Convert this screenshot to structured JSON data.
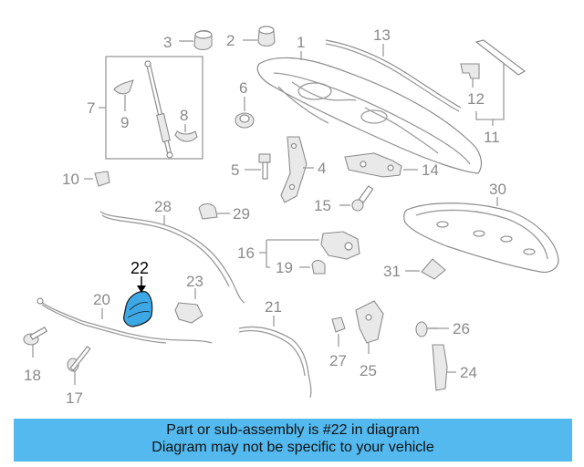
{
  "diagram": {
    "highlighted_part": "22",
    "highlight_color": "#3da8e6",
    "callouts": [
      {
        "id": "1",
        "label": "1"
      },
      {
        "id": "2",
        "label": "2"
      },
      {
        "id": "3",
        "label": "3"
      },
      {
        "id": "4",
        "label": "4"
      },
      {
        "id": "5",
        "label": "5"
      },
      {
        "id": "6",
        "label": "6"
      },
      {
        "id": "7",
        "label": "7"
      },
      {
        "id": "8",
        "label": "8"
      },
      {
        "id": "9",
        "label": "9"
      },
      {
        "id": "10",
        "label": "10"
      },
      {
        "id": "11",
        "label": "11"
      },
      {
        "id": "12",
        "label": "12"
      },
      {
        "id": "13",
        "label": "13"
      },
      {
        "id": "14",
        "label": "14"
      },
      {
        "id": "15",
        "label": "15"
      },
      {
        "id": "16",
        "label": "16"
      },
      {
        "id": "17",
        "label": "17"
      },
      {
        "id": "18",
        "label": "18"
      },
      {
        "id": "19",
        "label": "19"
      },
      {
        "id": "20",
        "label": "20"
      },
      {
        "id": "21",
        "label": "21"
      },
      {
        "id": "22",
        "label": "22"
      },
      {
        "id": "23",
        "label": "23"
      },
      {
        "id": "24",
        "label": "24"
      },
      {
        "id": "25",
        "label": "25"
      },
      {
        "id": "26",
        "label": "26"
      },
      {
        "id": "27",
        "label": "27"
      },
      {
        "id": "28",
        "label": "28"
      },
      {
        "id": "29",
        "label": "29"
      },
      {
        "id": "30",
        "label": "30"
      },
      {
        "id": "31",
        "label": "31"
      }
    ]
  },
  "banner": {
    "line1": "Part or sub-assembly is #22 in diagram",
    "line2": "Diagram may not be specific to your vehicle",
    "background": "#53b9ef"
  }
}
